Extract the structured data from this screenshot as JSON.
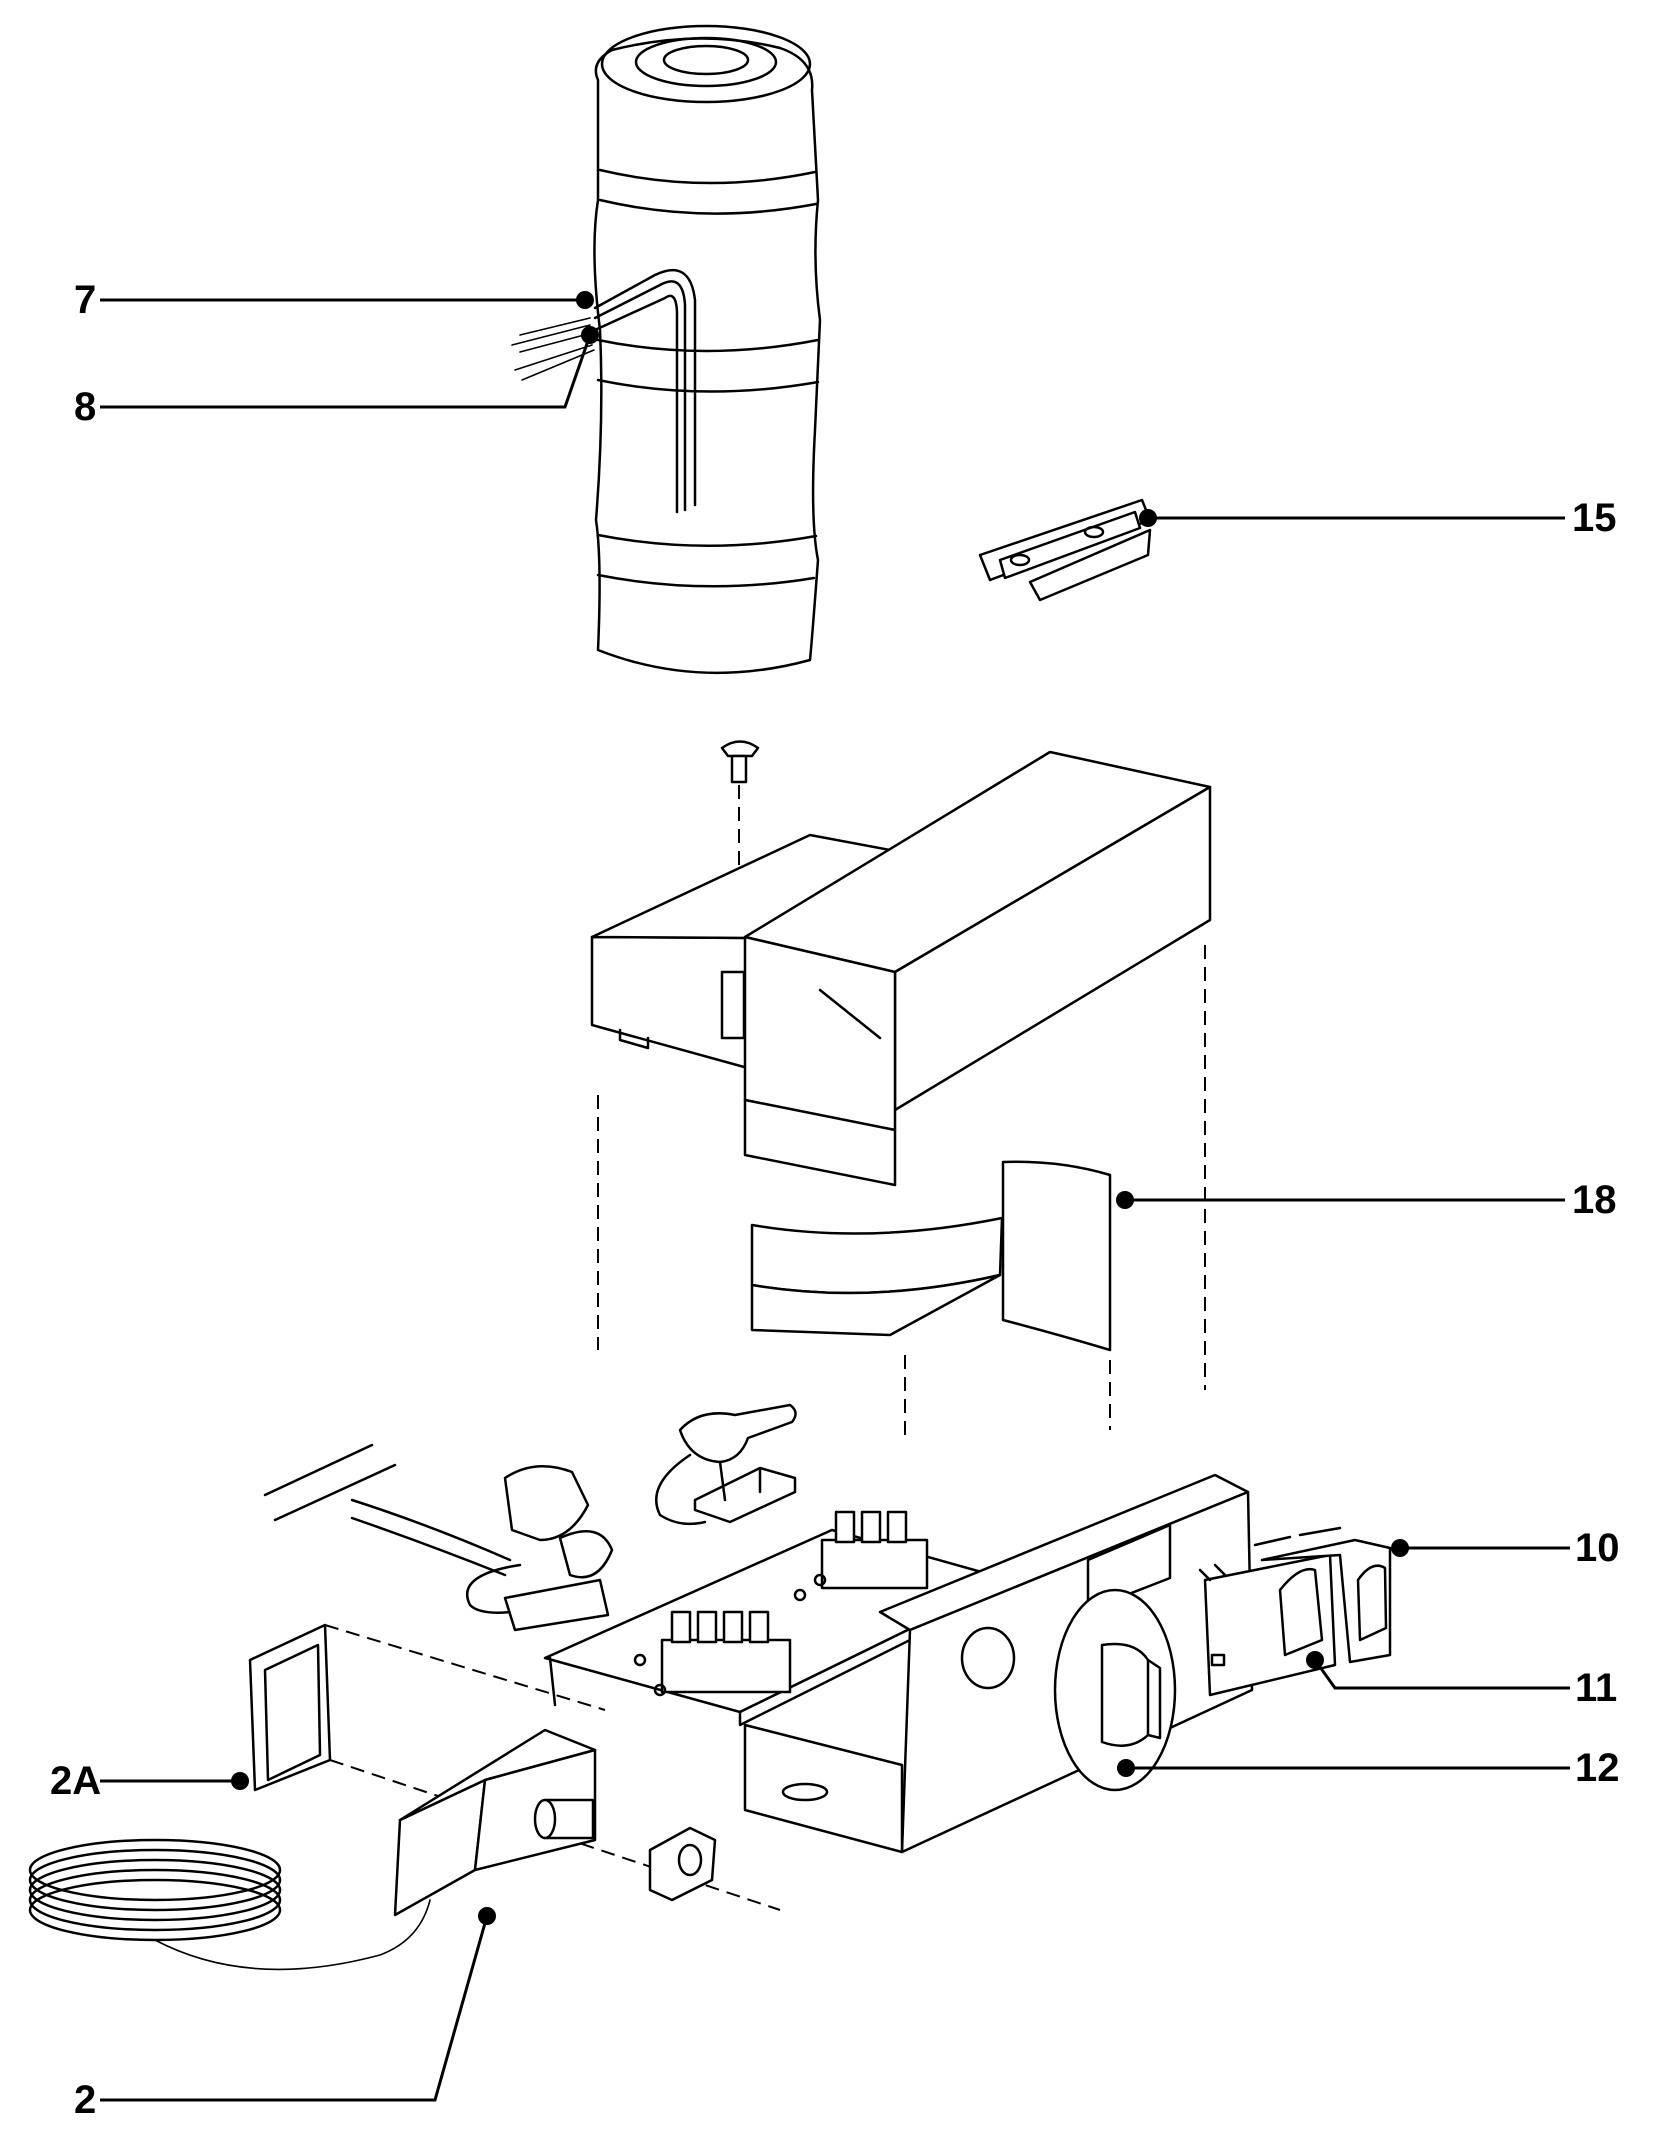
{
  "callouts": [
    {
      "id": "7",
      "label": "7"
    },
    {
      "id": "8",
      "label": "8"
    },
    {
      "id": "15",
      "label": "15"
    },
    {
      "id": "18",
      "label": "18"
    },
    {
      "id": "10",
      "label": "10"
    },
    {
      "id": "11",
      "label": "11"
    },
    {
      "id": "12",
      "label": "12"
    },
    {
      "id": "2A",
      "label": "2A"
    },
    {
      "id": "2",
      "label": "2"
    }
  ],
  "colors": {
    "line": "#000000",
    "background": "#ffffff"
  }
}
